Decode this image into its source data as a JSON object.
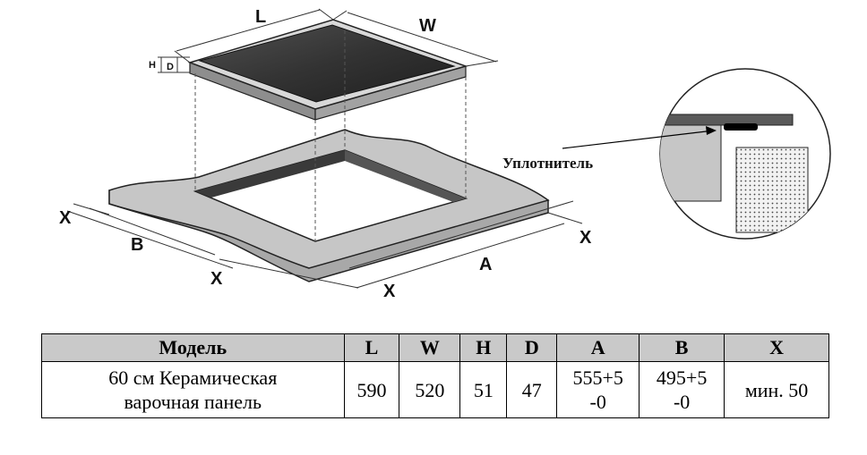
{
  "diagram": {
    "dim_L": "L",
    "dim_W": "W",
    "dim_H": "H",
    "dim_D": "D",
    "dim_A": "A",
    "dim_B": "B",
    "dim_X": "X",
    "seal_label": "Уплотнитель"
  },
  "table": {
    "headers": [
      "Модель",
      "L",
      "W",
      "H",
      "D",
      "A",
      "B",
      "X"
    ],
    "row": {
      "model_line1": "60 см Керамическая",
      "model_line2": "варочная панель",
      "L": "590",
      "W": "520",
      "H": "51",
      "D": "47",
      "A_line1": "555+5",
      "A_line2": "-0",
      "B_line1": "495+5",
      "B_line2": "-0",
      "X": "мин. 50"
    }
  },
  "colors": {
    "hob_top": "#3a3a3a",
    "frame": "#d8d8d8",
    "countertop": "#c6c6c6",
    "header_bg": "#c9c9c9"
  }
}
